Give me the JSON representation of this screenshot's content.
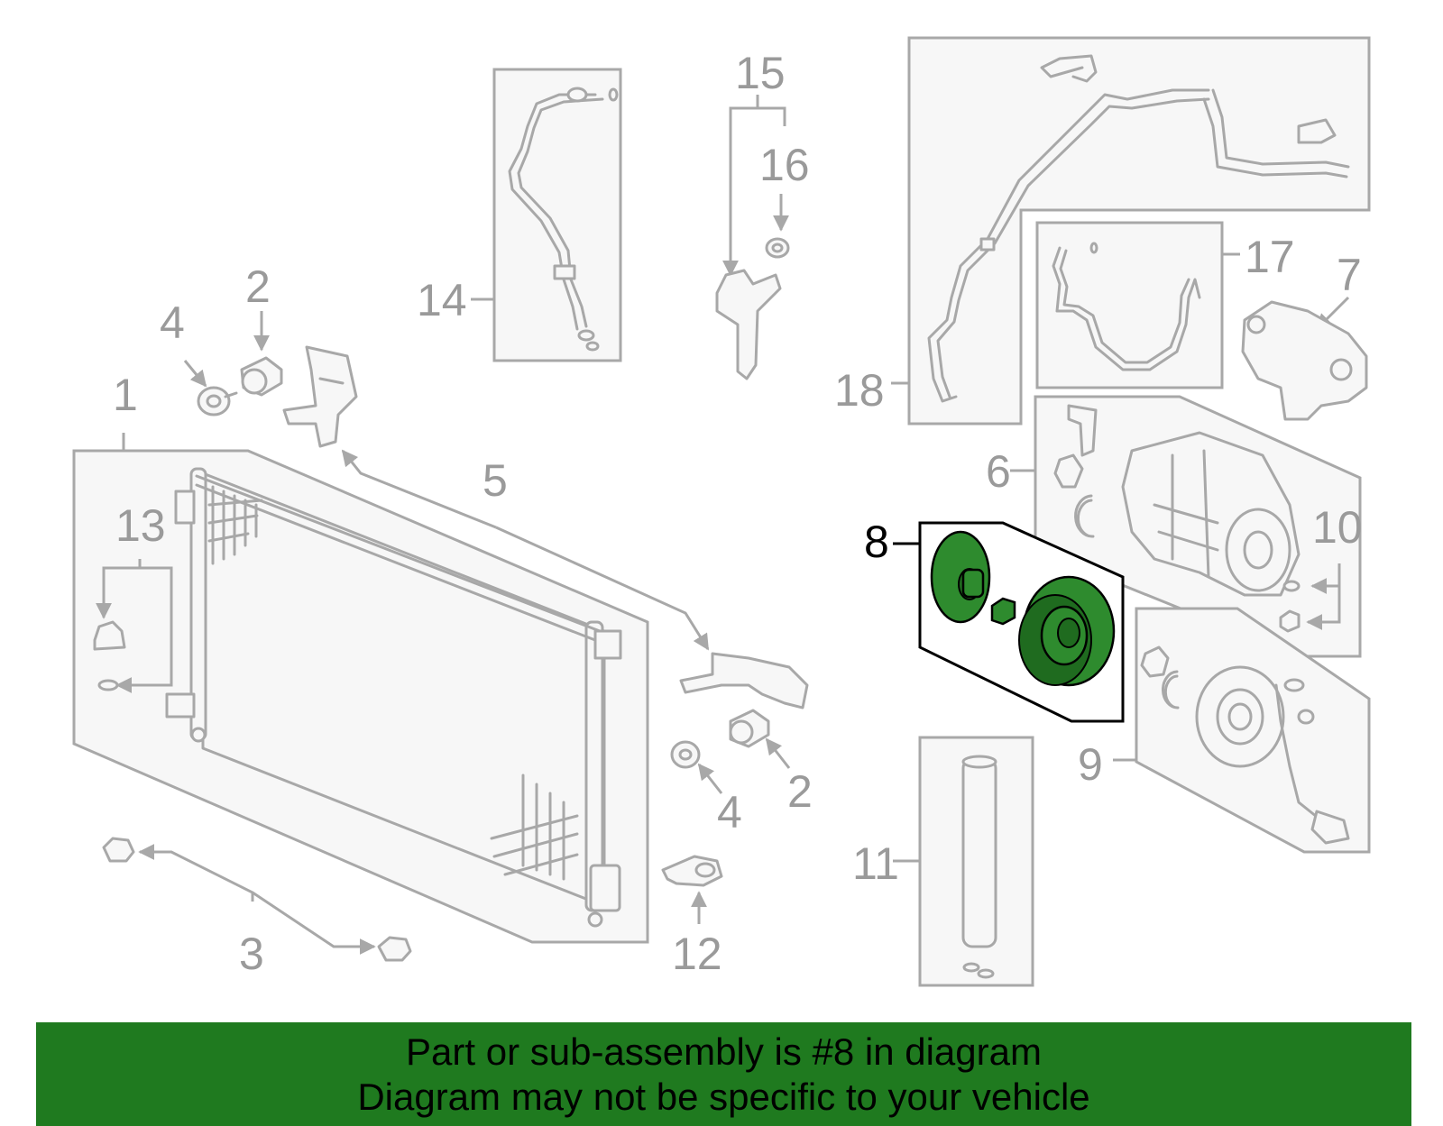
{
  "callouts": {
    "c1": "1",
    "c2a": "2",
    "c2b": "2",
    "c3": "3",
    "c4a": "4",
    "c4b": "4",
    "c5": "5",
    "c6": "6",
    "c7": "7",
    "c8": "8",
    "c9": "9",
    "c10": "10",
    "c11": "11",
    "c12": "12",
    "c13": "13",
    "c14": "14",
    "c15": "15",
    "c16": "16",
    "c17": "17",
    "c18": "18"
  },
  "highlight": {
    "part_number": "8",
    "color": "#2e8b2e"
  },
  "banner": {
    "line1": "Part or sub-assembly is #8 in diagram",
    "line2": "Diagram may not be specific to your vehicle",
    "color": "#1f7a1f"
  }
}
